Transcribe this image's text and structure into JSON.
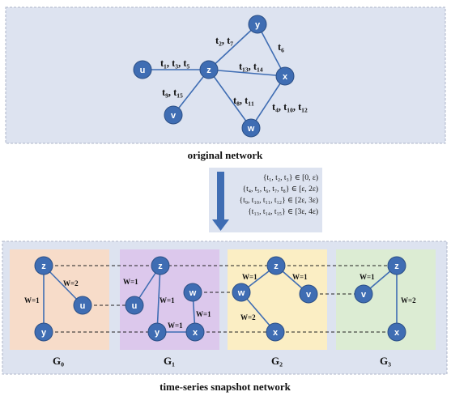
{
  "colors": {
    "panel_bg": "#dde3f0",
    "panel_border": "#aeb6c8",
    "node_fill": "#3f6db3",
    "node_stroke": "#2b4f86",
    "edge": "#3f6db3",
    "arrow": "#3f6db3",
    "g0_bg": "#f7dcc9",
    "g1_bg": "#dcc8ec",
    "g2_bg": "#fbeec4",
    "g3_bg": "#dcecd3"
  },
  "original": {
    "caption": "original network",
    "nodes": {
      "u": "u",
      "z": "z",
      "y": "y",
      "x": "x",
      "v": "v",
      "w": "w"
    },
    "edges": {
      "u_z": "t₁, t₃, t₅",
      "z_y": "t₂, t₇",
      "y_x": "t₆",
      "z_x": "t₁₃, t₁₄",
      "z_v": "t₉, t₁₅",
      "z_w": "t₈, t₁₁",
      "x_w": "t₄, t₁₀, t₁₂"
    }
  },
  "intervals": [
    "{t₁, t₂, t₃} ∈ [0, ε)",
    "{t₄, t₅, t₆, t₇, t₈} ∈ [ε, 2ε)",
    "{t₉, t₁₀, t₁₁, t₁₂} ∈ [2ε, 3ε)",
    "{t₁₃, t₁₄, t₁₅} ∈ [3ε, 4ε)"
  ],
  "snapshots": {
    "caption": "time-series snapshot network",
    "g0": {
      "label": "G₀",
      "nodes": {
        "z": "z",
        "u": "u",
        "y": "y"
      },
      "w_zy": "W=1",
      "w_zu": "W=2"
    },
    "g1": {
      "label": "G₁",
      "nodes": {
        "z": "z",
        "u": "u",
        "w": "w",
        "y": "y",
        "x": "x"
      },
      "w_zu": "W=1",
      "w_zy": "W=1",
      "w_wx": "W=1",
      "w_yx": "W=1"
    },
    "g2": {
      "label": "G₂",
      "nodes": {
        "z": "z",
        "w": "w",
        "v": "v",
        "x": "x"
      },
      "w_zw": "W=1",
      "w_zv": "W=1",
      "w_wx": "W=2"
    },
    "g3": {
      "label": "G₃",
      "nodes": {
        "z": "z",
        "v": "v",
        "x": "x"
      },
      "w_zv": "W=1",
      "w_zx": "W=2"
    }
  }
}
